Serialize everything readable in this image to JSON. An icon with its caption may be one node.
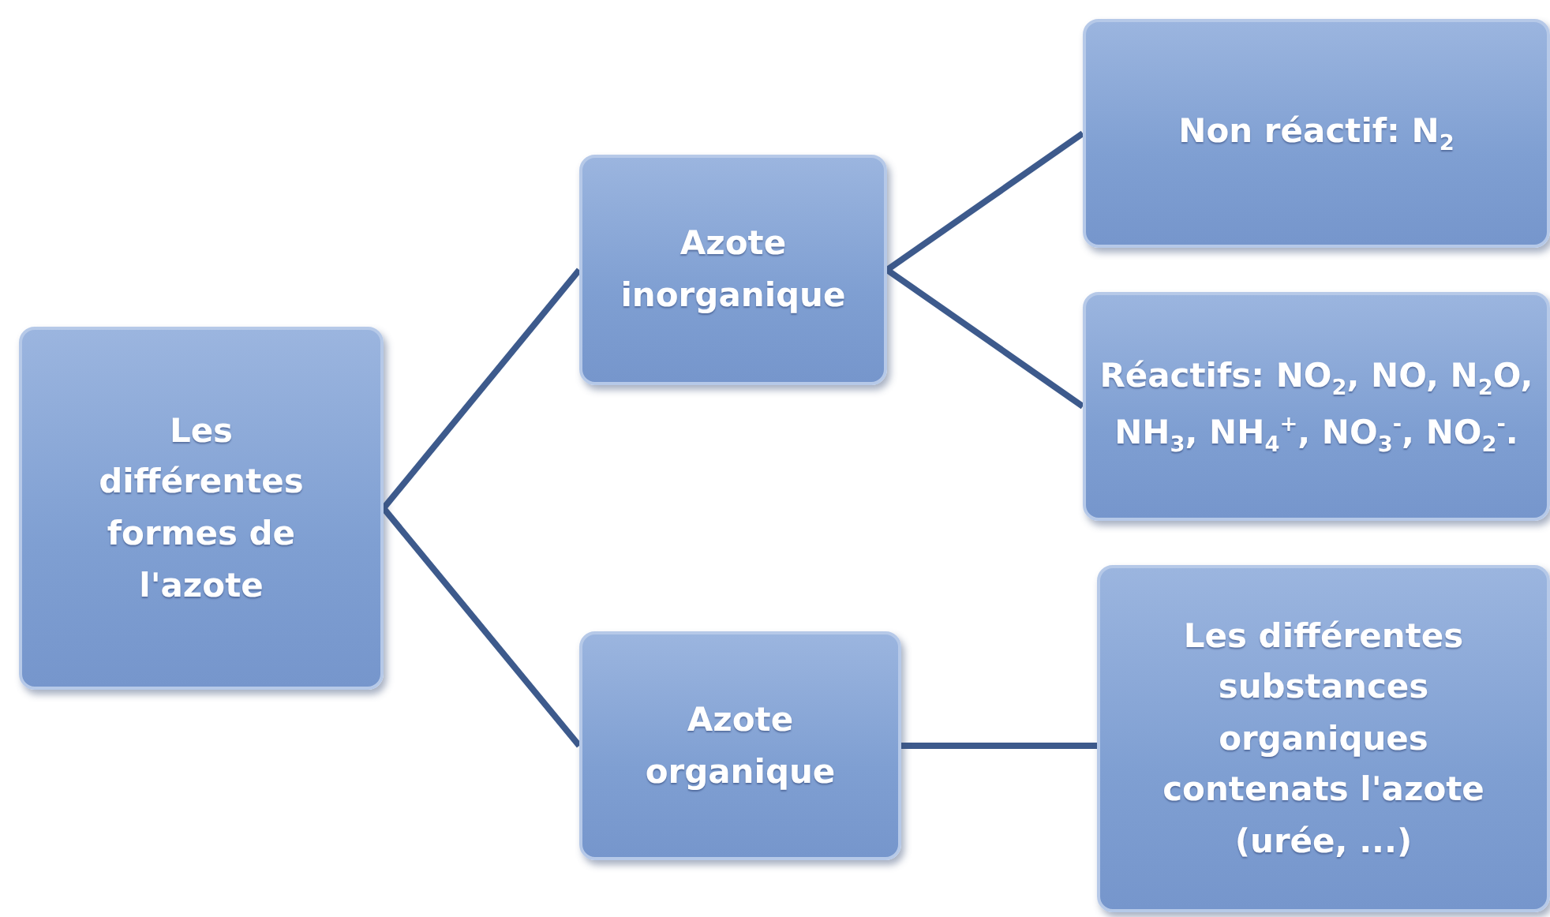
{
  "diagram": {
    "nodes": [
      {
        "text": [
          "Les différentes formes de l'azote"
        ]
      },
      {
        "text": [
          "Azote inorganique"
        ]
      },
      {
        "text": [
          "Azote organique"
        ]
      },
      {
        "text": [
          "Non réactif: N$_{2}$"
        ]
      },
      {
        "text": [
          "Réactifs: NO$_{2}$, NO, N$_{2}$O, NH$_{3}$, NH$_{4}$$^{+}$, NO$_{3}$$^{-}$, NO$_{2}$$^{-}$."
        ]
      },
      {
        "text": [
          "Les différentes substances organiques contenats l'azote (urée, ...)"
        ]
      }
    ],
    "edges": [
      {
        "from": 0,
        "to": 1,
        "arrow": "none"
      },
      {
        "from": 0,
        "to": 2,
        "arrow": "none"
      },
      {
        "from": 1,
        "to": 3,
        "arrow": "none"
      },
      {
        "from": 1,
        "to": 4,
        "arrow": "none"
      },
      {
        "from": 2,
        "to": 5,
        "arrow": "none"
      }
    ]
  }
}
